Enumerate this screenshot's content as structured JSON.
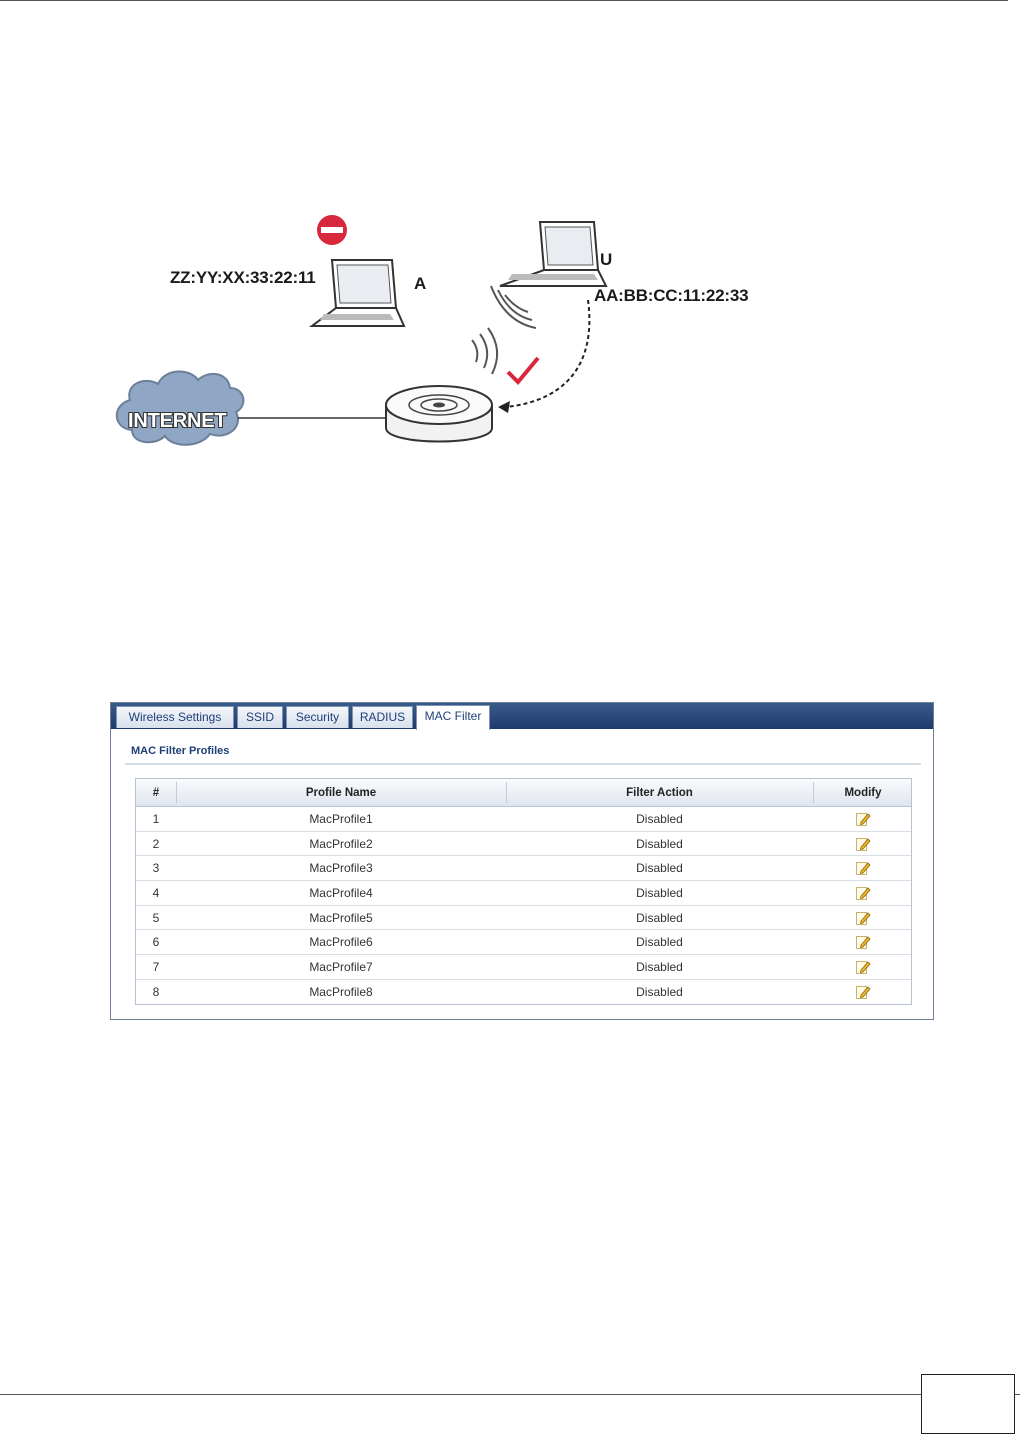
{
  "diagram": {
    "laptop_a_mac": "ZZ:YY:XX:33:22:11",
    "laptop_a_label": "A",
    "laptop_u_label": "U",
    "laptop_u_mac": "AA:BB:CC:11:22:33",
    "cloud_label": "INTERNET",
    "colors": {
      "blocked": "#d7283d",
      "allowed": "#d7283d"
    }
  },
  "panel": {
    "tabs": [
      {
        "label": "Wireless Settings"
      },
      {
        "label": "SSID"
      },
      {
        "label": "Security"
      },
      {
        "label": "RADIUS"
      },
      {
        "label": "MAC Filter",
        "active": true
      }
    ],
    "section_title": "MAC Filter Profiles",
    "table": {
      "headers": [
        "#",
        "Profile Name",
        "Filter Action",
        "Modify"
      ],
      "rows": [
        {
          "num": "1",
          "name": "MacProfile1",
          "action": "Disabled"
        },
        {
          "num": "2",
          "name": "MacProfile2",
          "action": "Disabled"
        },
        {
          "num": "3",
          "name": "MacProfile3",
          "action": "Disabled"
        },
        {
          "num": "4",
          "name": "MacProfile4",
          "action": "Disabled"
        },
        {
          "num": "5",
          "name": "MacProfile5",
          "action": "Disabled"
        },
        {
          "num": "6",
          "name": "MacProfile6",
          "action": "Disabled"
        },
        {
          "num": "7",
          "name": "MacProfile7",
          "action": "Disabled"
        },
        {
          "num": "8",
          "name": "MacProfile8",
          "action": "Disabled"
        }
      ],
      "modify_icon": "edit-icon"
    }
  }
}
